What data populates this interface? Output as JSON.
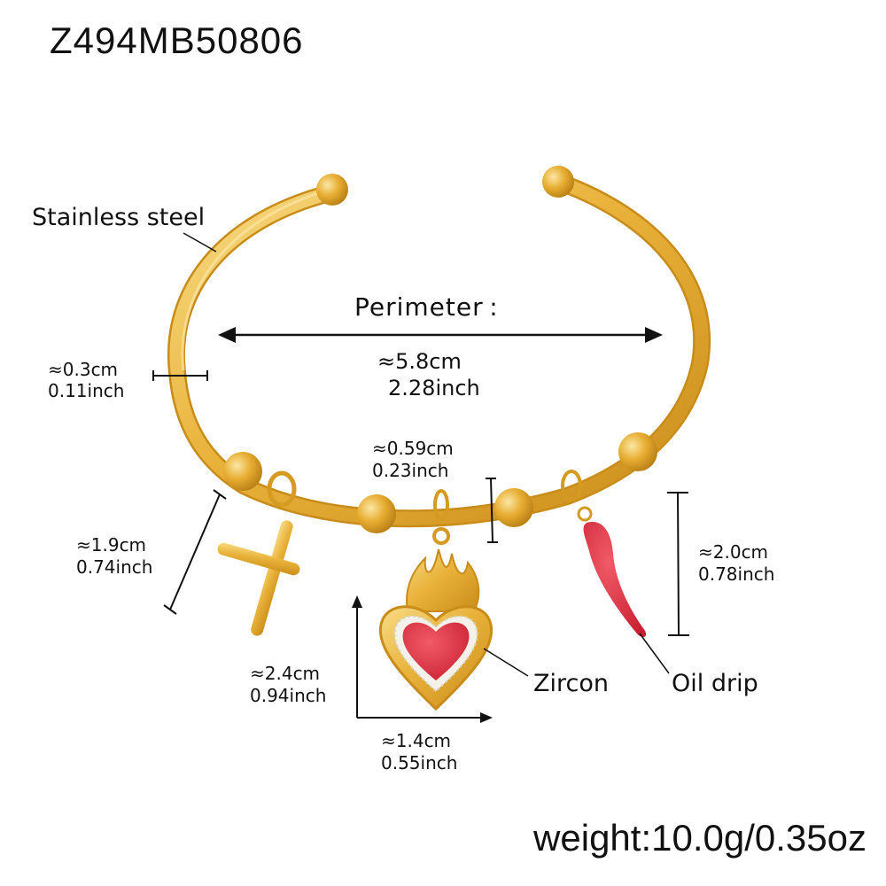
{
  "product": {
    "sku": "Z494MB50806",
    "weight": "weight:10.0g/0.35oz"
  },
  "callouts": {
    "material": "Stainless steel",
    "zircon": "Zircon",
    "oil_drip": "Oil drip"
  },
  "perimeter": {
    "title": "Perimeter :",
    "cm": "≈5.8cm",
    "inch": "2.28inch"
  },
  "dimensions": {
    "wire_thickness": {
      "cm": "≈0.3cm",
      "inch": "0.11inch"
    },
    "bead": {
      "cm": "≈0.59cm",
      "inch": "0.23inch"
    },
    "cross": {
      "cm": "≈1.9cm",
      "inch": "0.74inch"
    },
    "chili": {
      "cm": "≈2.0cm",
      "inch": "0.78inch"
    },
    "heart_height": {
      "cm": "≈2.4cm",
      "inch": "0.94inch"
    },
    "heart_width": {
      "cm": "≈1.4cm",
      "inch": "0.55inch"
    }
  },
  "colors": {
    "gold": "#e9b23a",
    "gold_dark": "#c98c1a",
    "gold_light": "#f8dc86",
    "enamel_red": "#e0303f",
    "line": "#111111"
  }
}
